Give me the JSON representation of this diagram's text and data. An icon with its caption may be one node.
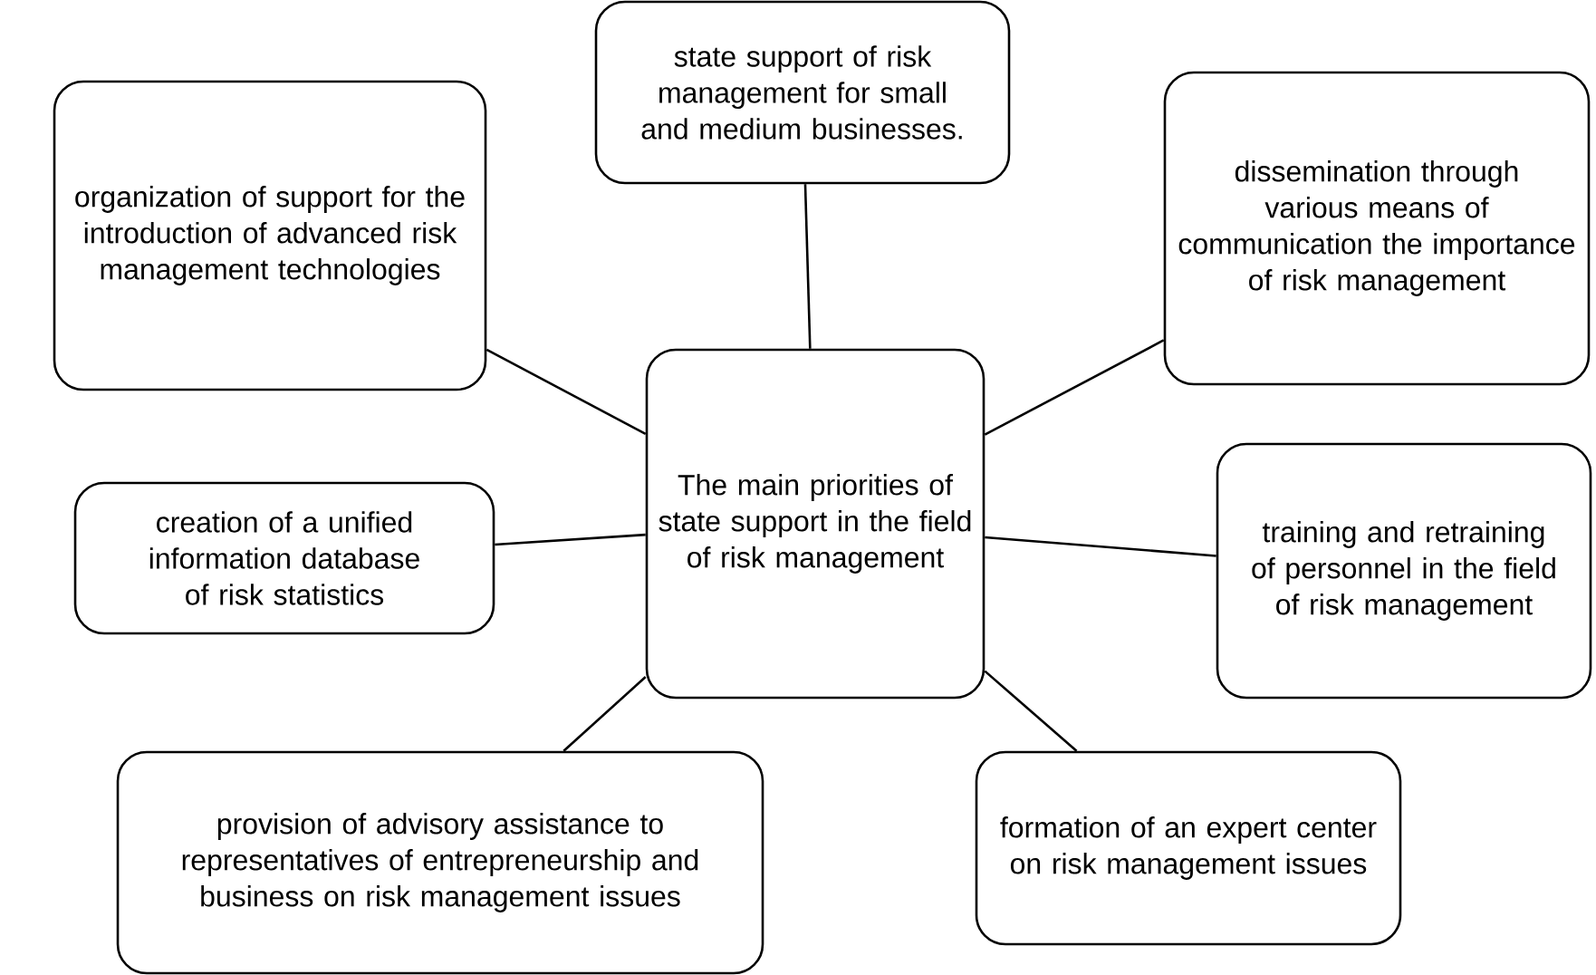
{
  "diagram": {
    "nodes": [
      {
        "text": [
          "The main priorities of state support in the field of risk management"
        ]
      },
      {
        "text": [
          "organization of support for the introduction of advanced risk management technologies"
        ]
      },
      {
        "text": [
          "state support of risk management for small and medium businesses."
        ]
      },
      {
        "text": [
          "dissemination through various means of communication the importance of risk management"
        ]
      },
      {
        "text": [
          "creation of a unified information database of risk statistics"
        ]
      },
      {
        "text": [
          "training and retraining of personnel in the field of risk management"
        ]
      },
      {
        "text": [
          "provision of advisory assistance to representatives of entrepreneurship and business on risk management issues"
        ]
      },
      {
        "text": [
          "formation of an expert center on risk management issues"
        ]
      }
    ],
    "edges": [
      {
        "from": 0,
        "to": 1,
        "arrow": "none"
      },
      {
        "from": 0,
        "to": 2,
        "arrow": "none"
      },
      {
        "from": 0,
        "to": 3,
        "arrow": "none"
      },
      {
        "from": 0,
        "to": 4,
        "arrow": "none"
      },
      {
        "from": 0,
        "to": 5,
        "arrow": "none"
      },
      {
        "from": 0,
        "to": 6,
        "arrow": "none"
      },
      {
        "from": 0,
        "to": 7,
        "arrow": "none"
      }
    ]
  }
}
